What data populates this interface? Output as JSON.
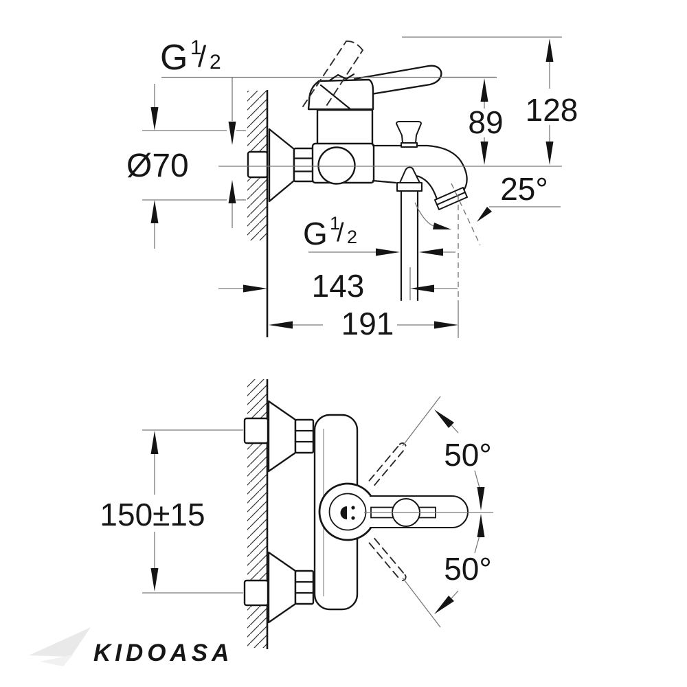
{
  "title": "bath-mixer-installation-dimension-drawing",
  "colors": {
    "background": "#ffffff",
    "ink": "#161616",
    "dim_line": "#7a7a7a",
    "watermark": "#ebebeb"
  },
  "dimensions": {
    "thread_size_top": {
      "prefix": "G",
      "numerator": "1",
      "slash": "/",
      "denominator": "2"
    },
    "escutcheon_diameter": {
      "label": "Ø70"
    },
    "spout_to_handle_height": {
      "label": "89"
    },
    "spout_to_raised_handle_height": {
      "label": "128"
    },
    "spout_angle": {
      "label": "25°"
    },
    "thread_size_bottom": {
      "prefix": "G",
      "numerator": "1",
      "slash": "/",
      "denominator": "2"
    },
    "wall_to_shower_outlet": {
      "label": "143"
    },
    "wall_to_spout_tip": {
      "label": "191"
    },
    "inlet_center_distance": {
      "label": "150±15"
    },
    "lever_swing_up": {
      "label": "50°"
    },
    "lever_swing_down": {
      "label": "50°"
    }
  },
  "watermark": {
    "label": "KIDOASA"
  }
}
